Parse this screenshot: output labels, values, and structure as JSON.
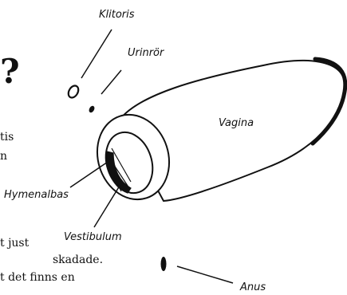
{
  "labels": {
    "klitoris": "Klitoris",
    "urinror": "Urinrör",
    "vagina": "Vagina",
    "hymenalbas": "Hymenalbas",
    "vestibulum": "Vestibulum",
    "anus": "Anus"
  },
  "cropped_text": {
    "question_mark": "?",
    "line1": "tis",
    "line2": "n",
    "line3": "t  just",
    "line4": "skadade.",
    "line5": "t det finns en"
  }
}
